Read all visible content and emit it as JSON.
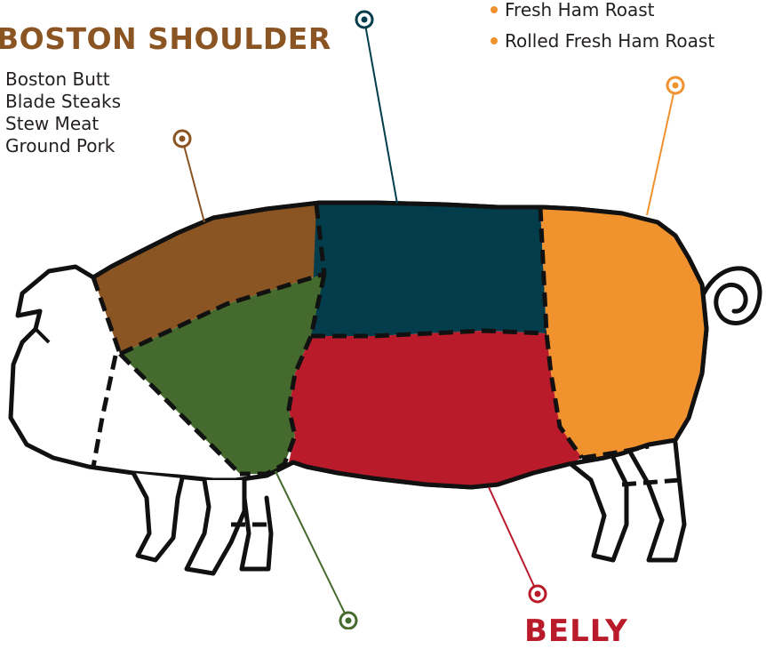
{
  "shoulder": {
    "title": "BOSTON SHOULDER",
    "items": [
      "Boston Butt",
      "Blade Steaks",
      "Stew Meat",
      "Ground Pork"
    ]
  },
  "ham": {
    "items": [
      "Fresh Ham Roast",
      "Rolled Fresh Ham Roast"
    ]
  },
  "belly": {
    "title": "BELLY"
  },
  "colors": {
    "shoulder": "#8B5523",
    "picnic": "#446A2D",
    "loin": "#033D4B",
    "belly": "#BA1B2B",
    "ham": "#F0922E",
    "outline": "#111111"
  }
}
